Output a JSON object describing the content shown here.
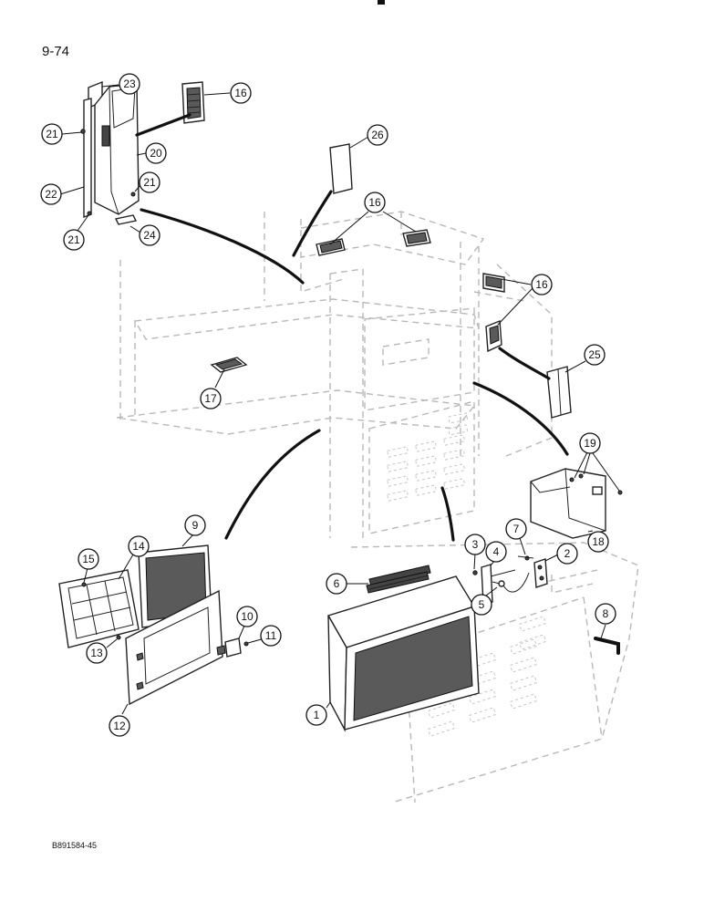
{
  "page_number": "9-74",
  "drawing_code": "B891584-45",
  "callouts": [
    {
      "label": "23"
    },
    {
      "label": "16"
    },
    {
      "label": "21"
    },
    {
      "label": "20"
    },
    {
      "label": "21"
    },
    {
      "label": "22"
    },
    {
      "label": "21"
    },
    {
      "label": "24"
    },
    {
      "label": "26"
    },
    {
      "label": "16"
    },
    {
      "label": "16"
    },
    {
      "label": "17"
    },
    {
      "label": "25"
    },
    {
      "label": "19"
    },
    {
      "label": "18"
    },
    {
      "label": "9"
    },
    {
      "label": "15"
    },
    {
      "label": "14"
    },
    {
      "label": "10"
    },
    {
      "label": "11"
    },
    {
      "label": "13"
    },
    {
      "label": "12"
    },
    {
      "label": "3"
    },
    {
      "label": "4"
    },
    {
      "label": "7"
    },
    {
      "label": "2"
    },
    {
      "label": "6"
    },
    {
      "label": "5"
    },
    {
      "label": "8"
    },
    {
      "label": "1"
    }
  ]
}
